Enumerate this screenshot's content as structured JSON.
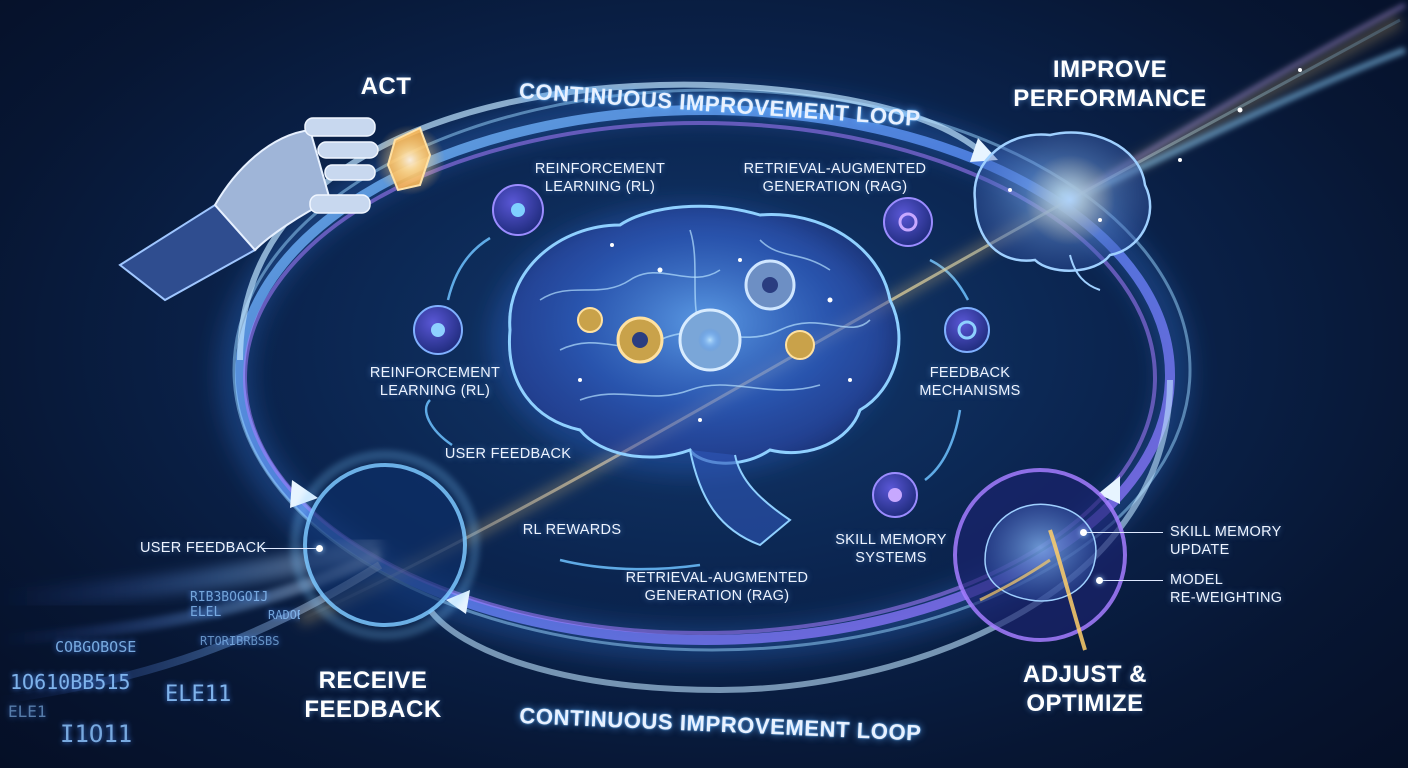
{
  "stages": {
    "act": "ACT",
    "improve_line1": "IMPROVE",
    "improve_line2": "PERFORMANCE",
    "receive_line1": "RECEIVE",
    "receive_line2": "FEEDBACK",
    "adjust_line1": "ADJUST &",
    "adjust_line2": "OPTIMIZE"
  },
  "loop_labels": {
    "top": "CONTINUOUS IMPROVEMENT LOOP",
    "bottom": "CONTINUOUS IMPROVEMENT LOOP"
  },
  "inner_labels": {
    "rl_top_1": "REINFORCEMENT",
    "rl_top_2": "LEARNING (RL)",
    "rag_top_1": "RETRIEVAL-AUGMENTED",
    "rag_top_2": "GENERATION (RAG)",
    "rl_left_1": "REINFORCEMENT",
    "rl_left_2": "LEARNING (RL)",
    "feedback_mech_1": "FEEDBACK",
    "feedback_mech_2": "MECHANISMS",
    "user_feedback_inner": "USER FEEDBACK",
    "rl_rewards": "RL REWARDS",
    "skill_mem_1": "SKILL MEMORY",
    "skill_mem_2": "SYSTEMS",
    "rag_bottom_1": "RETRIEVAL-AUGMENTED",
    "rag_bottom_2": "GENERATION (RAG)"
  },
  "callouts": {
    "user_feedback": "USER FEEDBACK",
    "skill_update_1": "SKILL MEMORY",
    "skill_update_2": "UPDATE",
    "model_reweight_1": "MODEL",
    "model_reweight_2": "RE-WEIGHTING"
  },
  "data_stream": {
    "line1": "RIB3BOGOIJ ELEL",
    "line2": "RADOBE",
    "line3": "COBGOBOSE",
    "line4": "RTORIBRBSBS",
    "line5": "1O610BB515",
    "line6": "ELE11",
    "line7": "I1O11",
    "line8": "ELE1"
  },
  "icons": [
    "robot-hand-icon",
    "brain-icon",
    "gear-icon",
    "network-node-icon",
    "data-stream-icon"
  ],
  "colors": {
    "background": "#071633",
    "loop_blue": "#5fb8ff",
    "loop_purple": "#9a6bff",
    "glow_gold": "#ffcf6a"
  }
}
